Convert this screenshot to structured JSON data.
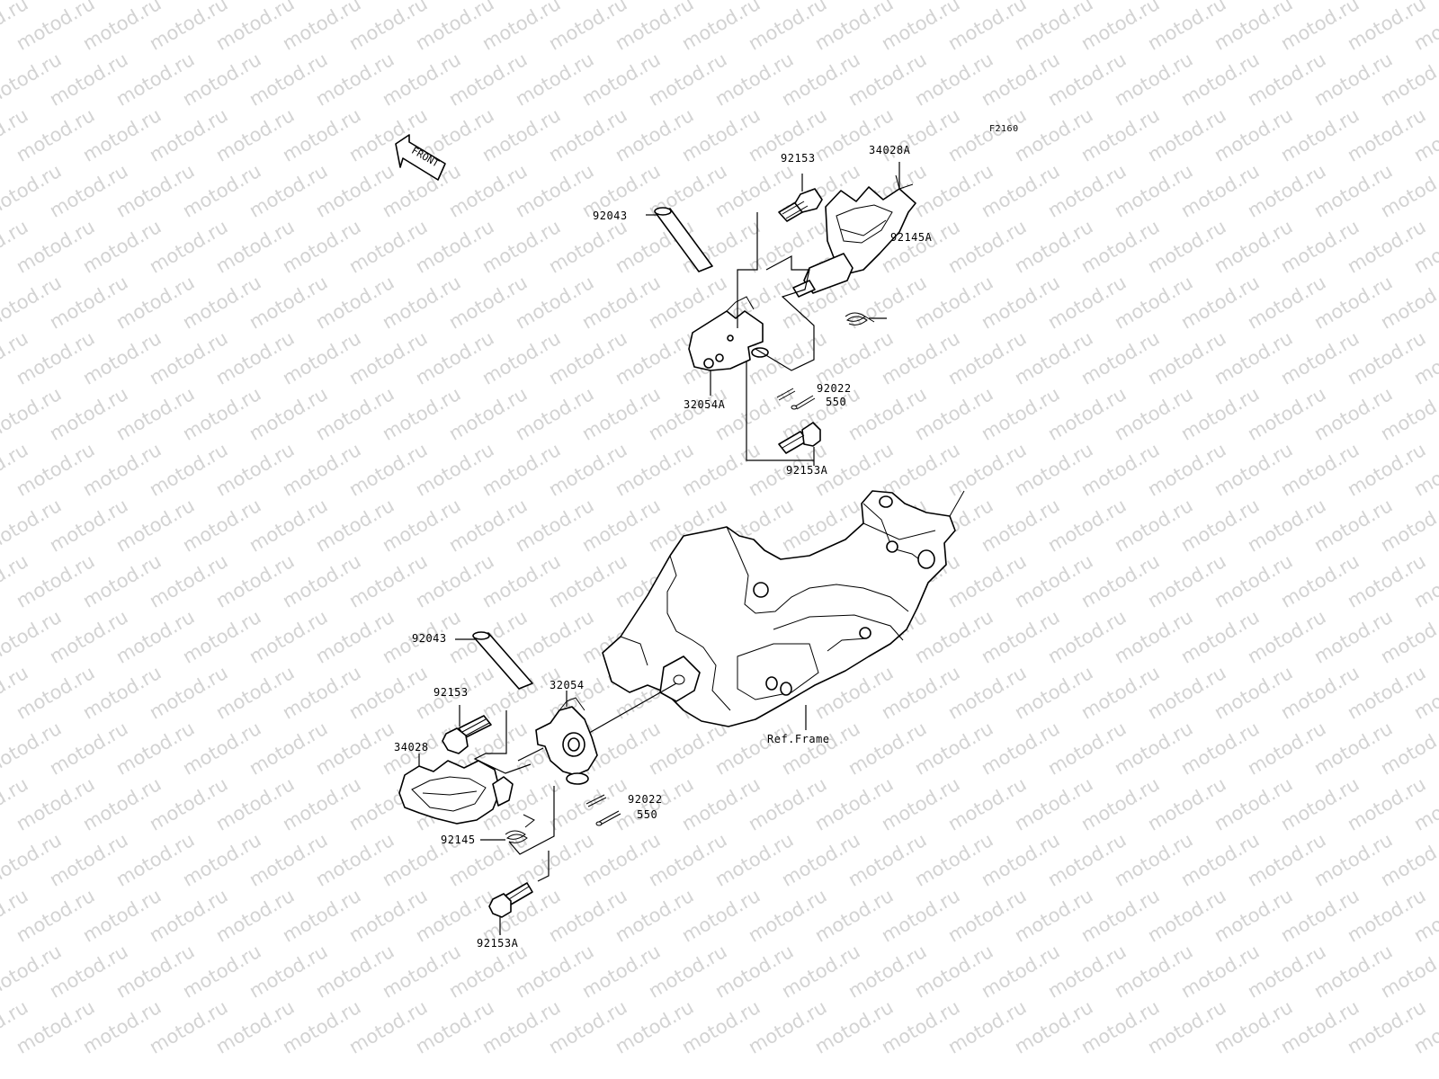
{
  "watermark": "motod.ru",
  "figure_code": "F2160",
  "front_arrow": "FRONT",
  "callouts": {
    "upper_pin": "92043",
    "upper_bolt": "92153",
    "upper_footpeg": "34028A",
    "upper_spring": "92145A",
    "upper_bracket": "32054A",
    "upper_washer": "92022",
    "upper_cotter": "550",
    "upper_mount_bolt": "92153A",
    "lower_pin": "92043",
    "lower_bolt": "92153",
    "lower_bracket": "32054",
    "lower_footpeg": "34028",
    "lower_spring": "92145",
    "lower_washer": "92022",
    "lower_cotter": "550",
    "lower_mount_bolt": "92153A",
    "frame": "Ref.Frame"
  }
}
